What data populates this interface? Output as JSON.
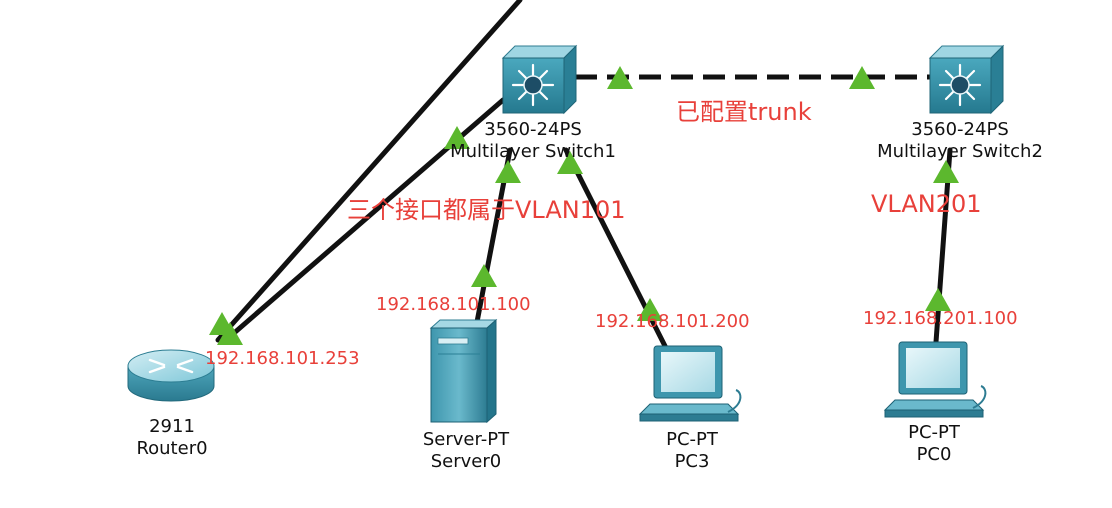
{
  "devices": {
    "switch1": {
      "model": "3560-24PS",
      "name": "Multilayer Switch1"
    },
    "switch2": {
      "model": "3560-24PS",
      "name": "Multilayer Switch2"
    },
    "router0": {
      "model": "2911",
      "name": "Router0"
    },
    "server0": {
      "model": "Server-PT",
      "name": "Server0"
    },
    "pc3": {
      "model": "PC-PT",
      "name": "PC3"
    },
    "pc0": {
      "model": "PC-PT",
      "name": "PC0"
    }
  },
  "annotations": {
    "trunk": "已配置trunk",
    "vlan101": "三个接口都属于VLAN101",
    "vlan201": "VLAN201",
    "ip_server": "192.168.101.100",
    "ip_router": "192.168.101.253",
    "ip_pc3": "192.168.101.200",
    "ip_pc0": "192.168.201.100"
  },
  "colors": {
    "link": "#111111",
    "link_up": "#5cb82e",
    "annotation": "#e8403a",
    "device": "#2f8fa6"
  }
}
